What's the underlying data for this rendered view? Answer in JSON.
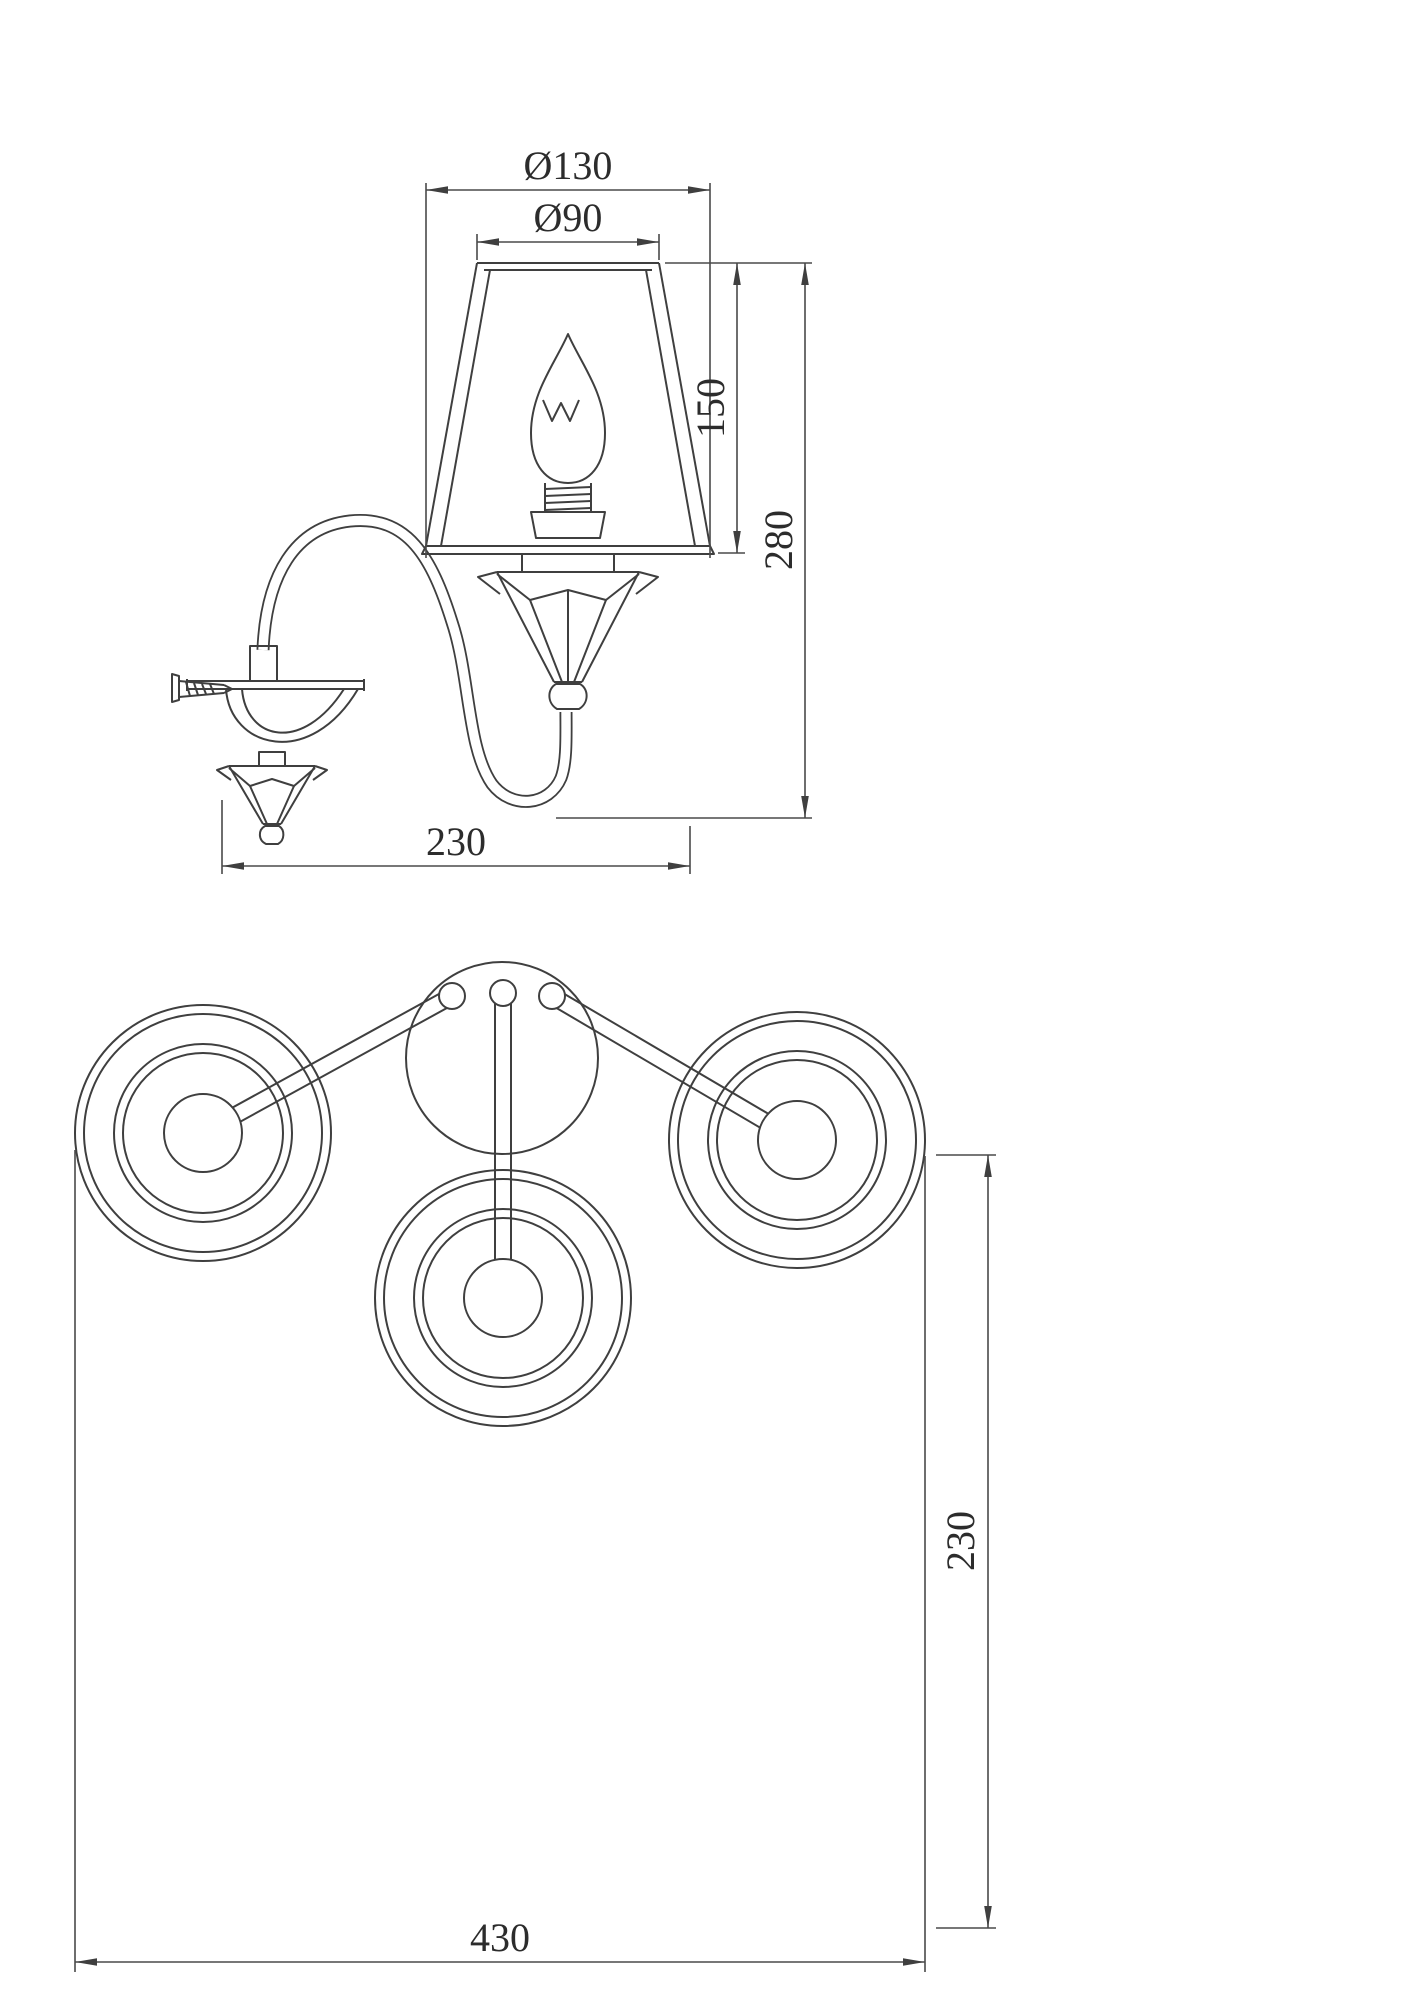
{
  "drawing": {
    "side_view": {
      "outer_diameter": "Ø130",
      "inner_diameter": "Ø90",
      "shade_height": "150",
      "total_height": "280",
      "projection": "230"
    },
    "plan_view": {
      "width": "430",
      "depth": "230"
    },
    "colors": {
      "line": "#3f3f3f",
      "background": "#ffffff"
    }
  }
}
